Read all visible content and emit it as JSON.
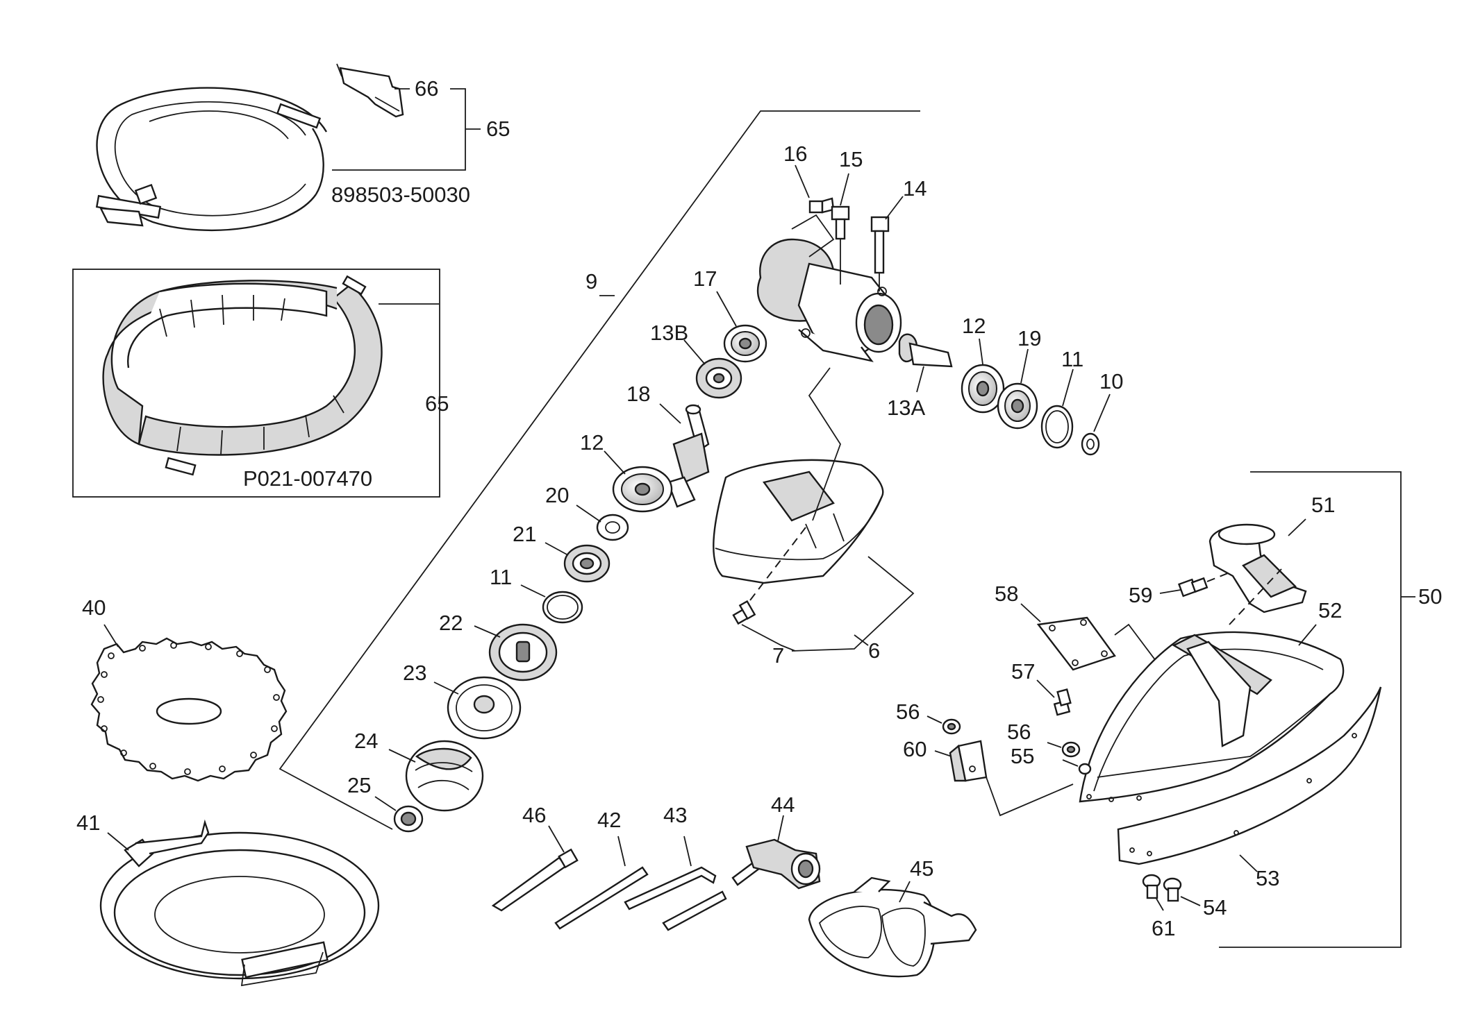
{
  "callouts": {
    "p66": "66",
    "p65a": "65",
    "kit1": "898503-50030",
    "p65b": "65",
    "kit2": "P021-007470",
    "p9": "9",
    "p16": "16",
    "p15": "15",
    "p14": "14",
    "p17": "17",
    "p13b": "13B",
    "p18": "18",
    "p12a": "12",
    "p20": "20",
    "p21": "21",
    "p11a": "11",
    "p22": "22",
    "p23": "23",
    "p24": "24",
    "p25": "25",
    "p12b": "12",
    "p19": "19",
    "p11b": "11",
    "p10": "10",
    "p13a": "13A",
    "p7": "7",
    "p6": "6",
    "p40": "40",
    "p41": "41",
    "p46": "46",
    "p42": "42",
    "p43": "43",
    "p44": "44",
    "p45": "45",
    "p51": "51",
    "p50": "50",
    "p52": "52",
    "p59": "59",
    "p58": "58",
    "p57": "57",
    "p56a": "56",
    "p56b": "56",
    "p60": "60",
    "p55": "55",
    "p53": "53",
    "p54": "54",
    "p61": "61"
  },
  "colors": {
    "ink": "#1a1a1a",
    "paper": "#ffffff",
    "shade": "#d8d8d8"
  }
}
